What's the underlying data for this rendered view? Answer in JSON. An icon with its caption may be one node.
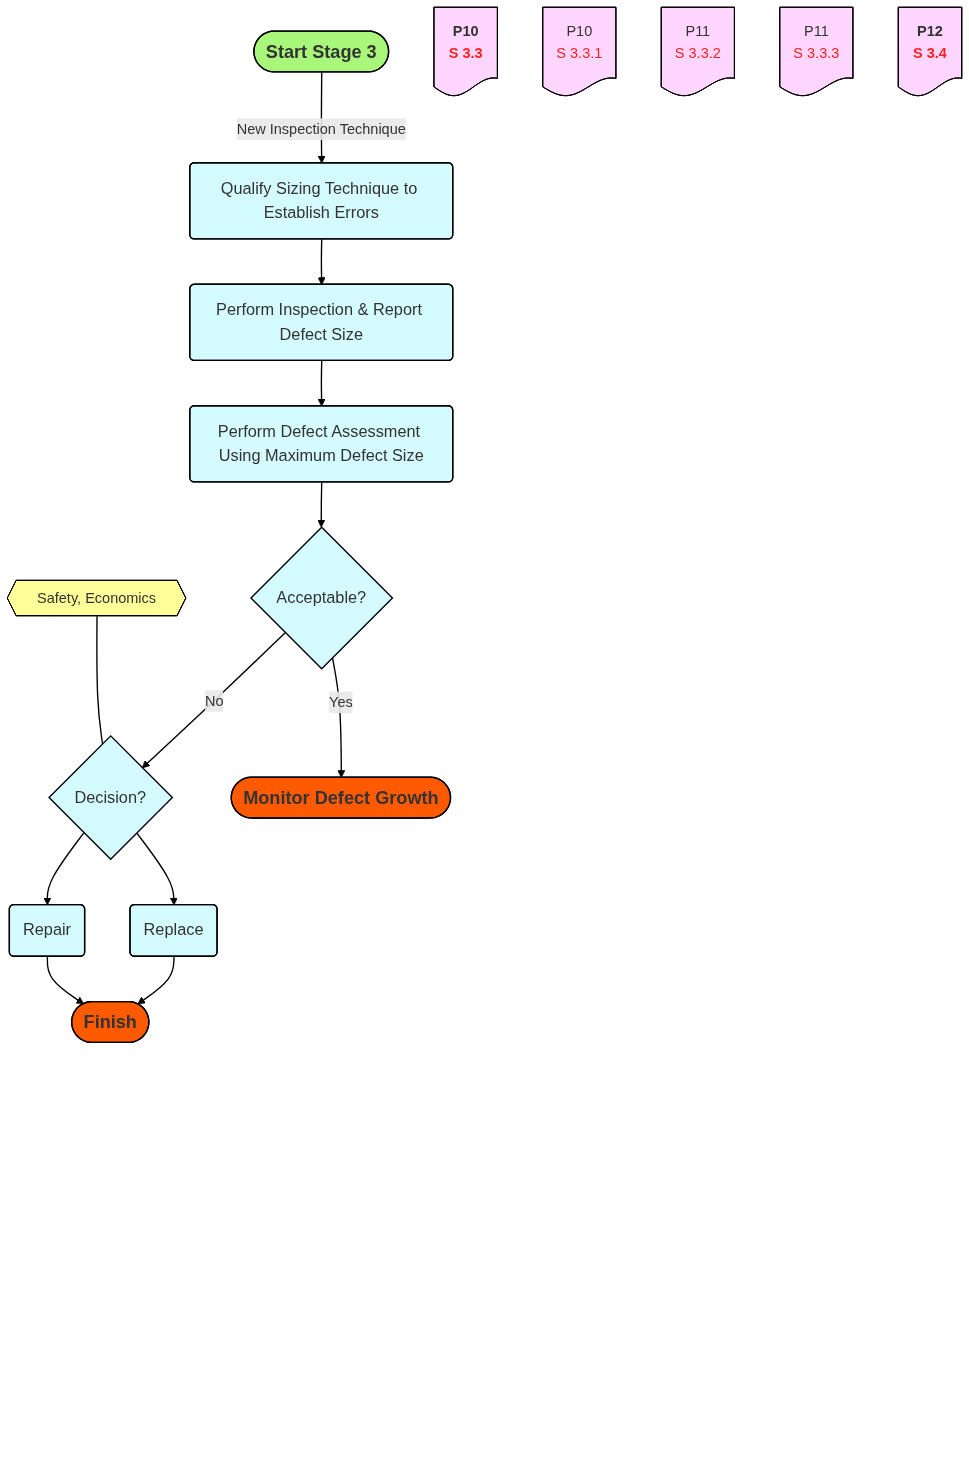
{
  "diagram": {
    "nodes": [
      {
        "text": [
          "Start Stage 3"
        ]
      },
      {
        "text": [
          "P10",
          "S 3.3"
        ]
      },
      {
        "text": [
          "Qualify Sizing Technique to Establish Errors"
        ]
      },
      {
        "text": [
          "P10",
          "S 3.3.1"
        ]
      },
      {
        "text": [
          "P11",
          "S 3.3.2"
        ]
      },
      {
        "text": [
          "Perform Inspection & Report Defect Size"
        ]
      },
      {
        "text": [
          "P11",
          "S 3.3.3"
        ]
      },
      {
        "text": [
          "Perform Defect Assessment Using Maximum Defect Size"
        ]
      },
      {
        "text": [
          "Safety, Economics"
        ]
      },
      {
        "text": [
          "Acceptable?"
        ]
      },
      {
        "text": [
          "Decision?"
        ]
      },
      {
        "text": [
          "Repair"
        ]
      },
      {
        "text": [
          "Replace"
        ]
      },
      {
        "text": [
          "P12",
          "S 3.4"
        ]
      },
      {
        "text": [
          "Monitor Defect Growth"
        ]
      },
      {
        "text": [
          "Finish"
        ]
      }
    ],
    "edges": [
      {
        "from": 0,
        "to": 2,
        "arrow": "to",
        "label": "New Inspection Technique"
      },
      {
        "from": 2,
        "to": 5,
        "arrow": "to"
      },
      {
        "from": 5,
        "to": 7,
        "arrow": "to"
      },
      {
        "from": 7,
        "to": 9,
        "arrow": "to"
      },
      {
        "from": 9,
        "to": 10,
        "arrow": "to",
        "label": "No"
      },
      {
        "from": 8,
        "to": 10,
        "arrow": "none"
      },
      {
        "from": 9,
        "to": 14,
        "arrow": "to",
        "label": "Yes"
      },
      {
        "from": 10,
        "to": 11,
        "arrow": "to"
      },
      {
        "from": 10,
        "to": 12,
        "arrow": "to"
      },
      {
        "from": 11,
        "to": 15,
        "arrow": "to"
      },
      {
        "from": 12,
        "to": 15,
        "arrow": "to"
      }
    ]
  }
}
